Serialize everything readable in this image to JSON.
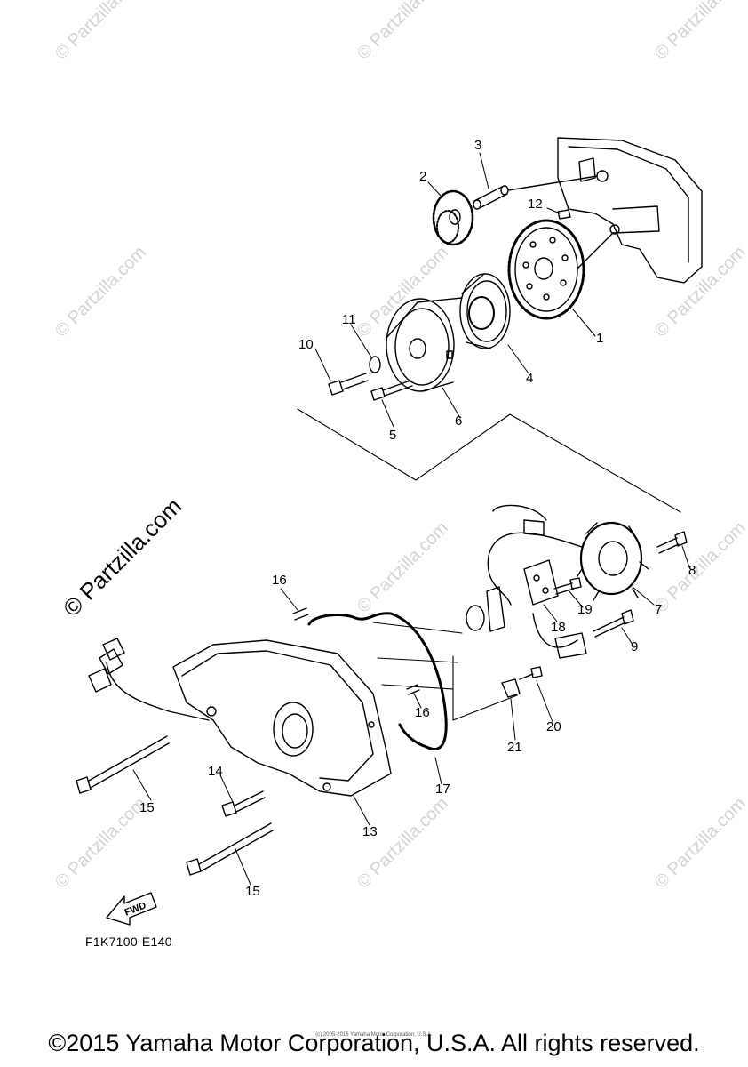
{
  "diagram": {
    "callouts": [
      "1",
      "2",
      "3",
      "4",
      "5",
      "6",
      "7",
      "8",
      "9",
      "10",
      "11",
      "12",
      "13",
      "14",
      "15",
      "15",
      "16",
      "16",
      "17",
      "18",
      "19",
      "20",
      "21"
    ],
    "fwd_label": "FWD",
    "figure_code": "F1K7100-E140"
  },
  "watermark": {
    "text": "© Partzilla.com"
  },
  "footer": {
    "copyright": "©2015 Yamaha Motor Corporation, U.S.A. All rights reserved.",
    "fine_print": "(c) 2005-2016 Yamaha Motor Corporation, U.S.A."
  }
}
